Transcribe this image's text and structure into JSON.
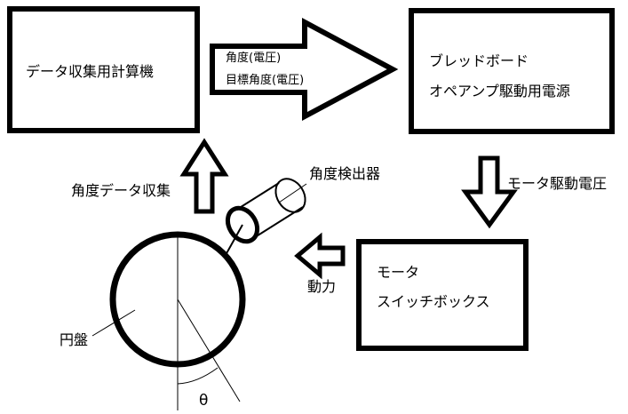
{
  "boxes": {
    "pc": {
      "label": "データ収集用計算機"
    },
    "breadboard": {
      "line1": "ブレッドボード",
      "line2": "オペアンプ駆動用電源"
    },
    "switchbox": {
      "line1": "モータ",
      "line2": "スイッチボックス"
    }
  },
  "arrows": {
    "signal": {
      "line1": "角度(電圧)",
      "line2": "目標角度(電圧)"
    },
    "motor_voltage": {
      "label": "モータ駆動電圧"
    },
    "power": {
      "label": "動力"
    },
    "data_collection": {
      "label": "角度データ収集"
    }
  },
  "sensor": {
    "label": "角度検出器"
  },
  "disk": {
    "label": "円盤",
    "angle_label": "θ"
  }
}
